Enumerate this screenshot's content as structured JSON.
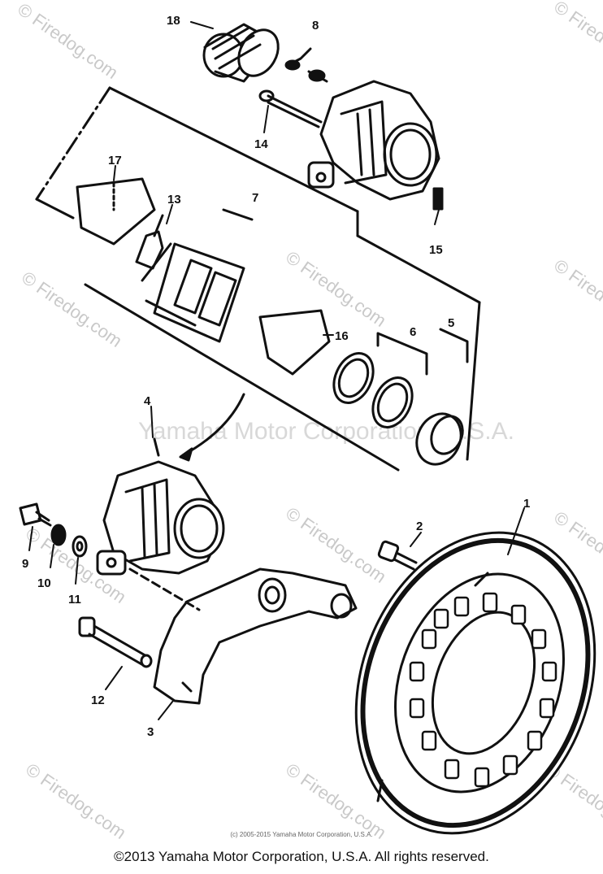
{
  "watermark": {
    "site": "© Firedog.com",
    "center": "Yamaha Motor Corporation, U.S.A."
  },
  "callouts": [
    "1",
    "2",
    "3",
    "4",
    "5",
    "6",
    "7",
    "8",
    "9",
    "10",
    "11",
    "12",
    "13",
    "14",
    "15",
    "16",
    "17",
    "18"
  ],
  "footer": {
    "small_copyright": "(c) 2005-2015 Yamaha Motor Corporation, U.S.A.",
    "copyright": "©2013 Yamaha Motor Corporation, U.S.A. All rights reserved."
  },
  "colors": {
    "ink": "#111111",
    "watermark": "#c9c9c9",
    "background": "#ffffff"
  }
}
